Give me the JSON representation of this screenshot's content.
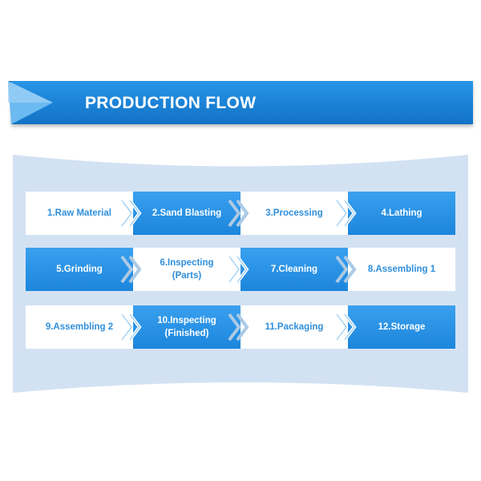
{
  "title": "PRODUCTION FLOW",
  "colors": {
    "accent": "#1f8ce3",
    "panel": "#cfe0f3",
    "white_text": "#2f8fdc"
  },
  "rows": [
    [
      {
        "label": "1.Raw Material",
        "style": "white"
      },
      {
        "label": "2.Sand Blasting",
        "style": "blue"
      },
      {
        "label": "3.Processing",
        "style": "white"
      },
      {
        "label": "4.Lathing",
        "style": "blue"
      }
    ],
    [
      {
        "label": "5.Grinding",
        "style": "blue"
      },
      {
        "label": "6.Inspecting\n(Parts)",
        "style": "white"
      },
      {
        "label": "7.Cleaning",
        "style": "blue"
      },
      {
        "label": "8.Assembling 1",
        "style": "white"
      }
    ],
    [
      {
        "label": "9.Assembling 2",
        "style": "white"
      },
      {
        "label": "10.Inspecting\n(Finished)",
        "style": "blue"
      },
      {
        "label": "11.Packaging",
        "style": "white"
      },
      {
        "label": "12.Storage",
        "style": "blue"
      }
    ]
  ]
}
